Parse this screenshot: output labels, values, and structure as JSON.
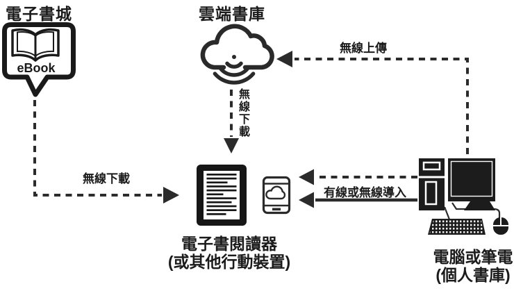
{
  "colors": {
    "ink": "#1f1f1f",
    "line": "#2b2b2b",
    "background": "#ffffff"
  },
  "icons": {
    "ebook_store": "speech-bubble-open-book-icon",
    "cloud_library": "cloud-wireless-icon",
    "ereader": "ereader-text-page-icon",
    "phone": "smartphone-cloud-icon",
    "computer": "desktop-computer-icon"
  },
  "nodes": {
    "ebook_store": {
      "title": "電子書城",
      "badge": "eBook"
    },
    "cloud_library": {
      "title": "雲端書庫"
    },
    "ereader": {
      "caption_line1": "電子書閱讀器",
      "caption_line2": "(或其他行動裝置)"
    },
    "computer": {
      "caption_line1": "電腦或筆電",
      "caption_line2": "(個人書庫)"
    }
  },
  "edges": [
    {
      "id": "store-to-reader",
      "label": "無線下載",
      "style": "dashed",
      "from": "ebook_store",
      "to": "ereader"
    },
    {
      "id": "cloud-to-reader",
      "label": "無線下載",
      "style": "dashed",
      "from": "cloud_library",
      "to": "ereader"
    },
    {
      "id": "computer-to-cloud",
      "label": "無線上傳",
      "style": "dashed",
      "from": "computer",
      "to": "cloud_library"
    },
    {
      "id": "computer-to-reader",
      "label": "有線或無線導入",
      "style": "dashed-and-solid",
      "from": "computer",
      "to": "ereader"
    }
  ]
}
